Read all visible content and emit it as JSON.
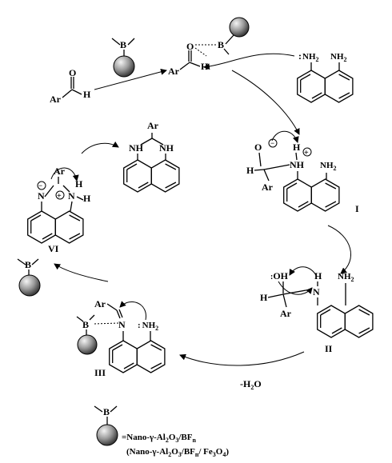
{
  "labels": {
    "ar": "Ar",
    "o": "O",
    "oh": "OH",
    "h": "H",
    "n": "N",
    "nh": "NH",
    "nh2": "NH",
    "nh2_sub": "2",
    "b": "B",
    "lone_pair": ":",
    "minus": "−",
    "plus": "+"
  },
  "intermediates": [
    "I",
    "II",
    "III",
    "VI"
  ],
  "water_loss": {
    "prefix": "-H",
    "sub": "2",
    "suffix": "O"
  },
  "legend": {
    "line1_prefix": "=Nano-γ-Al",
    "line1_sub1": "2",
    "line1_mid": "O",
    "line1_sub2": "3",
    "line1_mid2": "/BF",
    "line1_sub3": "n",
    "line2_prefix": "(Nano-γ-Al",
    "line2_sub1": "2",
    "line2_mid": "O",
    "line2_sub2": "3",
    "line2_mid2": "/BF",
    "line2_sub3": "n",
    "line2_mid3": "/ Fe",
    "line2_sub4": "3",
    "line2_mid4": "O",
    "line2_sub5": "4",
    "line2_suffix": ")"
  }
}
